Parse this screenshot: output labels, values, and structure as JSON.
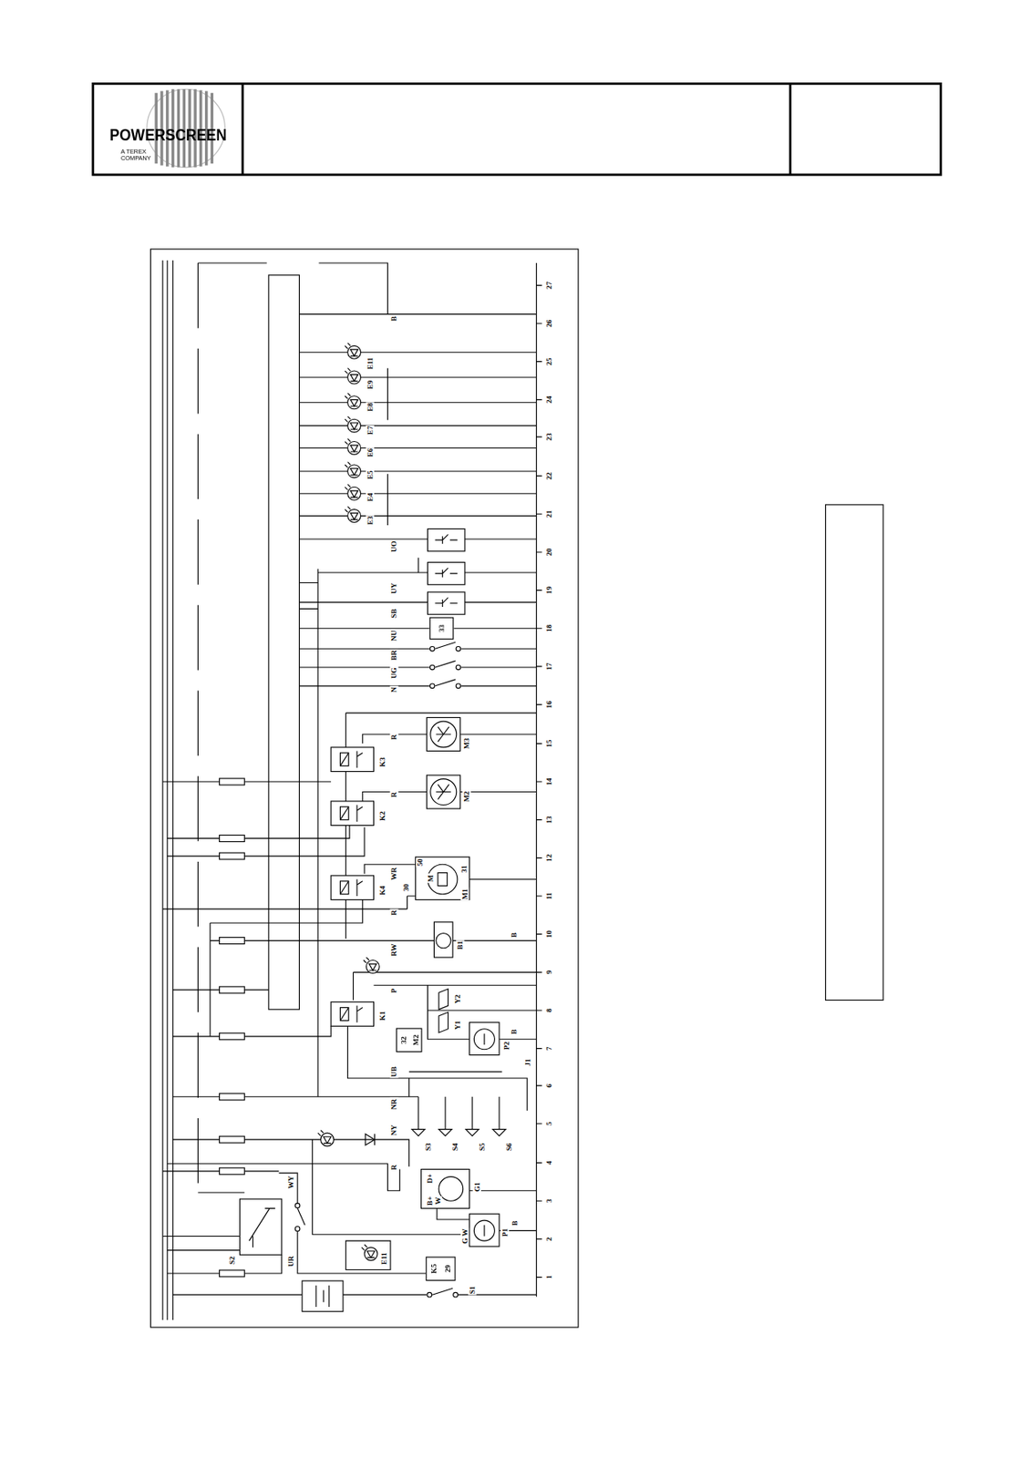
{
  "diagram": {
    "nodes": [
      {
        "text": [
          "POWERSCREEN",
          "A TEREX COMPANY"
        ]
      },
      {
        "text": [
          "33"
        ]
      },
      {
        "text": [
          "32",
          "M2"
        ]
      },
      {
        "text": [
          "K5",
          "29"
        ]
      }
    ],
    "labels": [
      "27",
      "26",
      "25",
      "24",
      "23",
      "22",
      "21",
      "20",
      "19",
      "18",
      "17",
      "16",
      "15",
      "14",
      "13",
      "12",
      "11",
      "10",
      "9",
      "8",
      "7",
      "6",
      "5",
      "4",
      "3",
      "2",
      "1",
      "B",
      "E11",
      "E9",
      "E8",
      "E7",
      "E6",
      "E5",
      "E4",
      "E3",
      "UO",
      "UY",
      "SB",
      "NU",
      "BR",
      "UG",
      "N",
      "R",
      "M3",
      "K3",
      "R",
      "M2",
      "K2",
      "50",
      "WR",
      "M",
      "31",
      "30",
      "M1",
      "K4",
      "R",
      "RW",
      "B1",
      "B",
      "P",
      "Y2",
      "K1",
      "Y1",
      "P2",
      "B",
      "J1",
      "UB",
      "NR",
      "S3",
      "S4",
      "S5",
      "S6",
      "NY",
      "R",
      "D+",
      "WY",
      "B+",
      "W",
      "G1",
      "G W",
      "P1",
      "B",
      "E11",
      "UR",
      "S2",
      "S1"
    ]
  }
}
